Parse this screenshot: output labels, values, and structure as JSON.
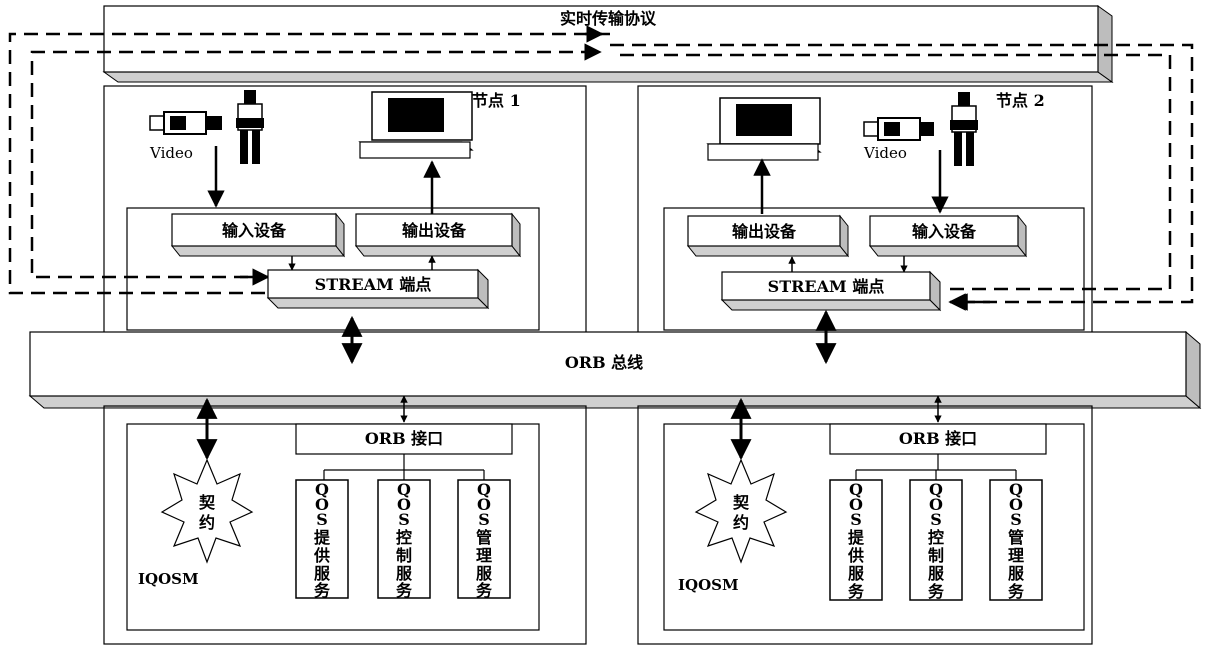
{
  "protocol_bar": {
    "label": "实时传输协议"
  },
  "node1": {
    "title": "节点 1",
    "video_label": "Video",
    "input_device": "输入设备",
    "output_device": "输出设备",
    "stream_endpoint": "STREAM 端点"
  },
  "node2": {
    "title": "节点 2",
    "video_label": "Video",
    "input_device": "输入设备",
    "output_device": "输出设备",
    "stream_endpoint": "STREAM 端点"
  },
  "orb_bus": {
    "label": "ORB 总线"
  },
  "iqosm1": {
    "label": "IQOSM",
    "orb_interface": "ORB 接口",
    "contract": [
      "契",
      "约"
    ],
    "services": [
      [
        "Q",
        "O",
        "S",
        "提",
        "供",
        "服",
        "务"
      ],
      [
        "Q",
        "O",
        "S",
        "控",
        "制",
        "服",
        "务"
      ],
      [
        "Q",
        "O",
        "S",
        "管",
        "理",
        "服",
        "务"
      ]
    ]
  },
  "iqosm2": {
    "label": "IQOSM",
    "orb_interface": "ORB 接口",
    "contract": [
      "契",
      "约"
    ],
    "services": [
      [
        "Q",
        "O",
        "S",
        "提",
        "供",
        "服",
        "务"
      ],
      [
        "Q",
        "O",
        "S",
        "控",
        "制",
        "服",
        "务"
      ],
      [
        "Q",
        "O",
        "S",
        "管",
        "理",
        "服",
        "务"
      ]
    ]
  }
}
